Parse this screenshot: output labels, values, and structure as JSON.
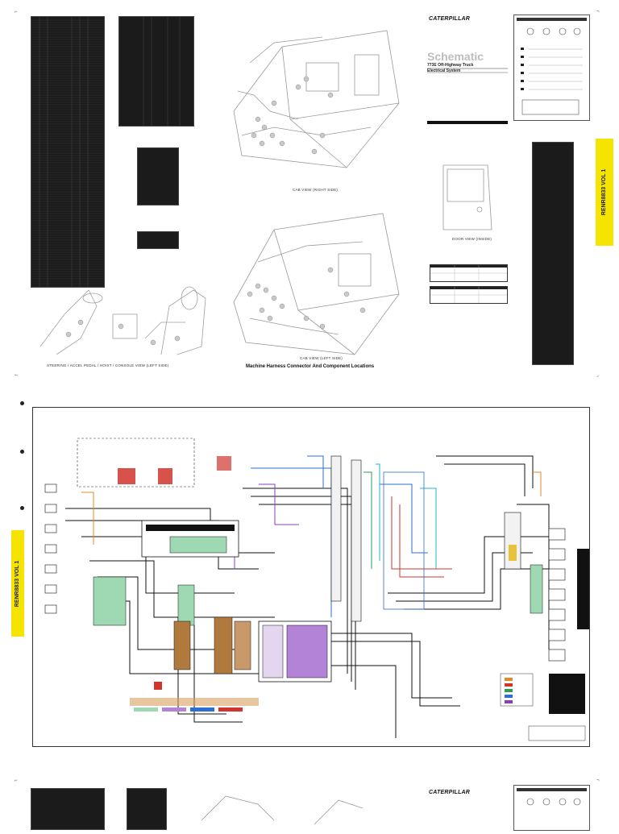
{
  "top_sheet": {
    "brand": "CATERPILLAR",
    "doc_title": "Schematic",
    "doc_subtitle_1": "773E Off-Highway Truck",
    "doc_subtitle_2": "Electrical System",
    "captions": {
      "cab_right": "CAB VIEW (RIGHT SIDE)",
      "cab_left": "CAB VIEW (LEFT SIDE)",
      "door_inside": "DOOR VIEW (INSIDE)",
      "steering_view": "STEERING / ACCEL PEDAL / HOIST / CONSOLE VIEW (LEFT SIDE)"
    },
    "section_title": "Machine Harness Connector And Component Locations",
    "volume_tab": "RENR8833 VOL 1"
  },
  "schematic_sheet": {
    "volume_tab": "RENR8833 VOL 1"
  },
  "bottom_sheet": {
    "brand": "CATERPILLAR"
  },
  "colors": {
    "tab_yellow": "#f5e400",
    "table_dark": "#1b1b1b",
    "wire_blue": "#2a6fd1",
    "wire_red": "#d0342c",
    "wire_green": "#2e9e4f",
    "wire_purple": "#8a3fb8",
    "wire_cyan": "#1fb5c9",
    "wire_orange": "#e58a1f",
    "module_green": "#9fd9b4",
    "module_purple": "#b283d6",
    "module_brown": "#b07a3f"
  }
}
